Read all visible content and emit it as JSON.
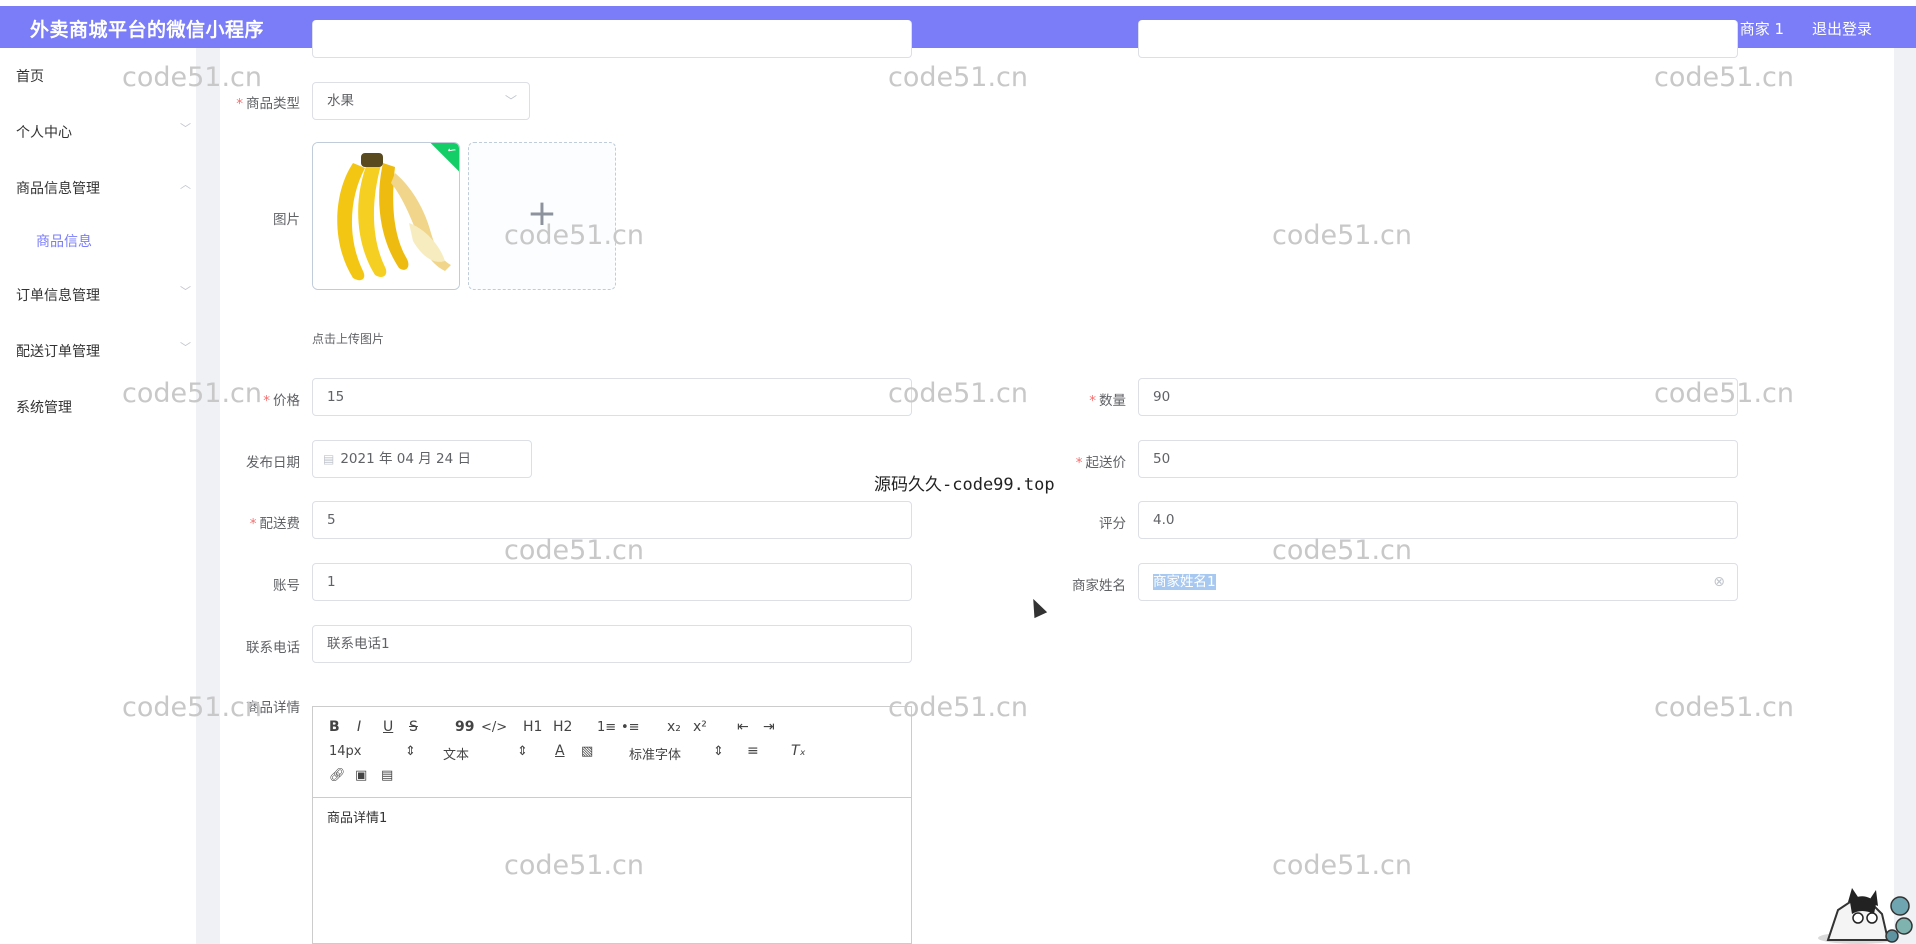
{
  "header": {
    "title": "外卖商城平台的微信小程序",
    "user": "商家 1",
    "logout": "退出登录"
  },
  "sidebar": {
    "items": [
      {
        "label": "首页",
        "chevron": ""
      },
      {
        "label": "个人中心",
        "chevron": "chevron-down"
      },
      {
        "label": "商品信息管理",
        "chevron": "chevron-up"
      },
      {
        "label": "商品信息",
        "chevron": ""
      },
      {
        "label": "订单信息管理",
        "chevron": "chevron-down"
      },
      {
        "label": "配送订单管理",
        "chevron": "chevron-down"
      },
      {
        "label": "系统管理",
        "chevron": ""
      }
    ]
  },
  "form": {
    "category": {
      "label": "商品类型",
      "value": "水果"
    },
    "image": {
      "label": "图片",
      "upload_tip": "点击上传图片"
    },
    "price": {
      "label": "价格",
      "value": "15"
    },
    "quantity": {
      "label": "数量",
      "value": "90"
    },
    "publish_date": {
      "label": "发布日期",
      "value": "2021 年 04 月 24 日"
    },
    "min_order": {
      "label": "起送价",
      "value": "50"
    },
    "delivery_fee": {
      "label": "配送费",
      "value": "5"
    },
    "rating": {
      "label": "评分",
      "value": "4.0"
    },
    "account": {
      "label": "账号",
      "value": "1"
    },
    "merchant_name": {
      "label": "商家姓名",
      "value": "商家姓名1"
    },
    "phone": {
      "label": "联系电话",
      "value": "联系电话1"
    },
    "details": {
      "label": "商品详情",
      "content": "商品详情1"
    }
  },
  "editor_toolbar": {
    "row1": [
      "B",
      "I",
      "U",
      "S",
      "99",
      "</>",
      "H1",
      "H2",
      "1≡",
      "•≡",
      "x₂",
      "x²",
      "⇤",
      "⇥"
    ],
    "font_size": "14px",
    "block_type": "文本",
    "font_family": "标准字体"
  },
  "watermarks": [
    "code51.cn",
    "源码久久-code99.top"
  ]
}
